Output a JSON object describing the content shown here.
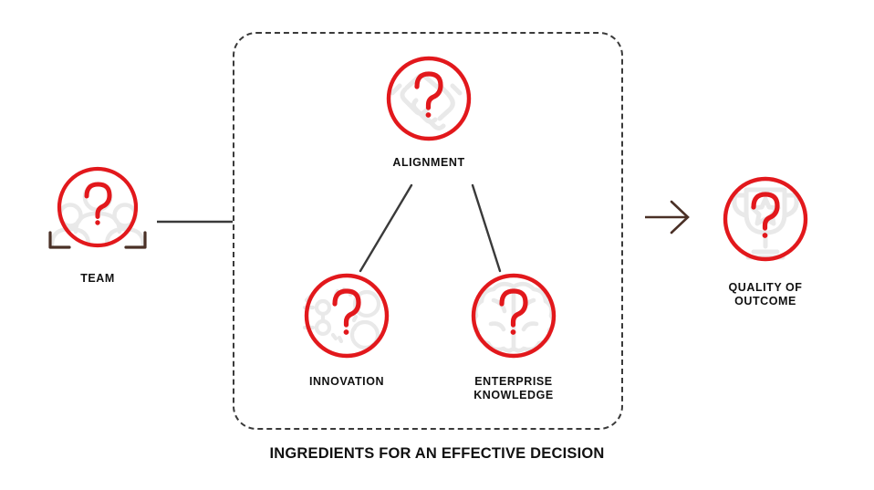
{
  "diagram": {
    "caption": "INGREDIENTS FOR AN EFFECTIVE DECISION",
    "colors": {
      "accent_red": "#E2181C",
      "watermark_gray": "#E9E9E9",
      "line_dark": "#3A3A3A",
      "arrow_brown": "#4A3026",
      "text_black": "#111111",
      "background": "#FFFFFF"
    },
    "nodes": [
      {
        "id": "team",
        "label": "TEAM",
        "icon": "people-group-icon",
        "glyph": "?",
        "role": "input"
      },
      {
        "id": "alignment",
        "label": "ALIGNMENT",
        "icon": "handshake-icon",
        "glyph": "?",
        "role": "ingredient"
      },
      {
        "id": "innovation",
        "label": "INNOVATION",
        "icon": "lightbulb-gear-icon",
        "glyph": "?",
        "role": "ingredient"
      },
      {
        "id": "enterprise_knowledge",
        "label": "ENTERPRISE\nKNOWLEDGE",
        "icon": "brain-icon",
        "glyph": "?",
        "role": "ingredient"
      },
      {
        "id": "quality_of_outcome",
        "label": "QUALITY OF\nOUTCOME",
        "icon": "trophy-icon",
        "glyph": "?",
        "role": "output"
      }
    ],
    "connectors": [
      {
        "id": "team-to-group",
        "from": "team",
        "to": "ingredients-group",
        "style": "solid-line"
      },
      {
        "id": "alignment-to-innovation",
        "from": "alignment",
        "to": "innovation",
        "style": "solid-line"
      },
      {
        "id": "alignment-to-enterprise",
        "from": "alignment",
        "to": "enterprise_knowledge",
        "style": "solid-line"
      },
      {
        "id": "group-to-quality",
        "from": "ingredients-group",
        "to": "quality_of_outcome",
        "style": "arrow-right"
      }
    ],
    "group": {
      "id": "ingredients-group",
      "border": "dashed",
      "caption": "INGREDIENTS FOR AN EFFECTIVE DECISION"
    }
  }
}
